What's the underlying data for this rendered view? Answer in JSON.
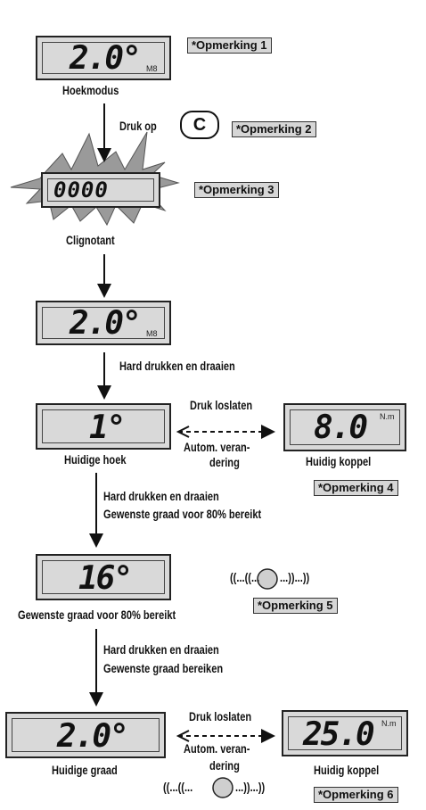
{
  "displays": {
    "d1": {
      "value": "2.0°",
      "unit": "M8"
    },
    "d2": {
      "value": "0000"
    },
    "d3": {
      "value": "2.0°",
      "unit": "M8"
    },
    "d4": {
      "value": "1°"
    },
    "d5": {
      "value": "8.0",
      "unit": "N.m"
    },
    "d6": {
      "value": "16°"
    },
    "d7": {
      "value": "2.0°"
    },
    "d8": {
      "value": "25.0",
      "unit": "N.m"
    }
  },
  "labels": {
    "hoekmodus": "Hoekmodus",
    "druk_op": "Druk op",
    "c_button": "C",
    "clignotant": "Clignotant",
    "hard_drukken_1": "Hard drukken en draaien",
    "druk_loslaten_1": "Druk loslaten",
    "autom_1a": "Autom. veran-",
    "autom_1b": "dering",
    "huidige_hoek": "Huidige hoek",
    "huidig_koppel_1": "Huidig koppel",
    "hard_drukken_2": "Hard drukken en draaien",
    "gewenste_80_a": "Gewenste graad voor 80% bereikt",
    "wave_1": "((...((...",
    "wave_1b": "...))...))",
    "gewenste_80_b": "Gewenste graad voor 80% bereikt",
    "hard_drukken_3": "Hard drukken en draaien",
    "gewenste_bereiken": "Gewenste graad bereiken",
    "druk_loslaten_2": "Druk loslaten",
    "autom_2a": "Autom. veran-",
    "autom_2b": "dering",
    "huidige_graad": "Huidige graad",
    "huidig_koppel_2": "Huidig koppel",
    "wave_2": "((...((...",
    "wave_2b": "...))...))"
  },
  "notes": {
    "n1": "*Opmerking 1",
    "n2": "*Opmerking 2",
    "n3": "*Opmerking 3",
    "n4": "*Opmerking 4",
    "n5": "*Opmerking 5",
    "n6": "*Opmerking 6"
  }
}
